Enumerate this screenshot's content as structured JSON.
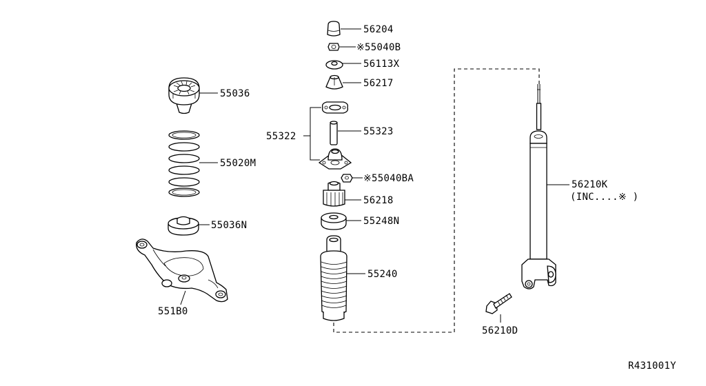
{
  "diagram": {
    "drawing_id": "R431001Y",
    "parts": [
      {
        "id": "p-56204",
        "label": "56204"
      },
      {
        "id": "p-55040B",
        "label": "※55040B"
      },
      {
        "id": "p-56113X",
        "label": "56113X"
      },
      {
        "id": "p-56217",
        "label": "56217"
      },
      {
        "id": "p-55036",
        "label": "55036"
      },
      {
        "id": "p-55322",
        "label": "55322"
      },
      {
        "id": "p-55323",
        "label": "55323"
      },
      {
        "id": "p-55020M",
        "label": "55020M"
      },
      {
        "id": "p-55040BA",
        "label": "※55040BA"
      },
      {
        "id": "p-56218",
        "label": "56218"
      },
      {
        "id": "p-55036N",
        "label": "55036N"
      },
      {
        "id": "p-55248N",
        "label": "55248N"
      },
      {
        "id": "p-55240",
        "label": "55240"
      },
      {
        "id": "p-551B0",
        "label": "551B0"
      },
      {
        "id": "p-56210K",
        "label": "56210K",
        "sublabel": "(INC....※ )"
      },
      {
        "id": "p-56210D",
        "label": "56210D"
      }
    ]
  }
}
